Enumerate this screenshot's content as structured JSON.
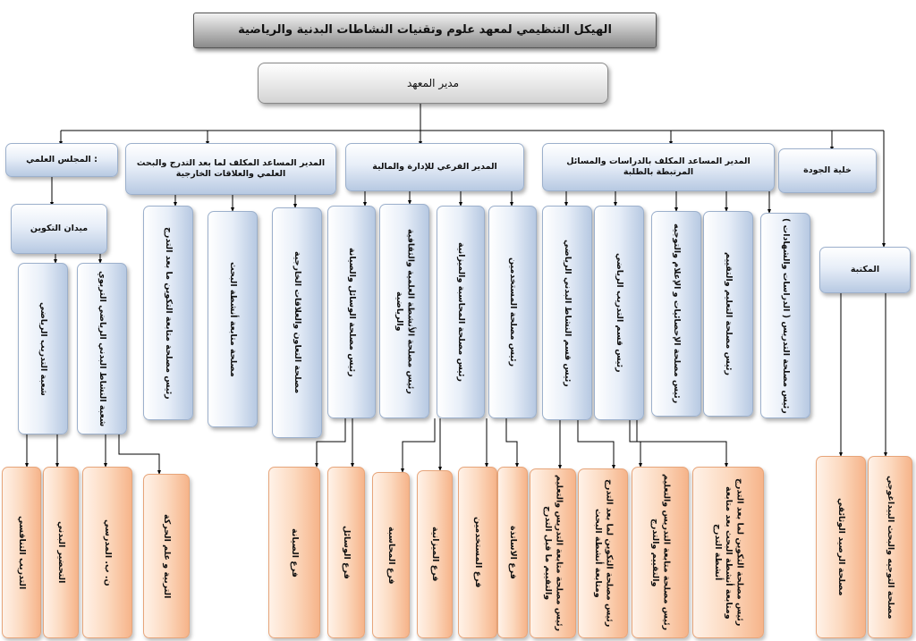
{
  "title": "الهيكل التنظيمي لمعهد علوم وتقنيات النشاطات البدنية والرياضية",
  "director": "مدير المعهد",
  "level2": {
    "council": "المجلس العلمي :",
    "training_field": "ميدان التكوين",
    "deputy_postgrad": "المدير المساعد المكلف لما بعد التدرج والبحث العلمي والعلاقات الخارجية",
    "sub_admin": "المدير الفرعي للإدارة والمالية",
    "deputy_studies": "المدير المساعد المكلف بالدراسات والمسائل المرتبطة بالطلبة",
    "quality": "خلية الجودة",
    "library": "المكتبة"
  },
  "columns": {
    "branch_training": "شعبة التدريب الرياضي",
    "branch_edu": "شعبة النشاط البدني الرياضي التربوي",
    "pg_followup": "رئيس مصلحة متابعة التكوين ما بعد التدرج",
    "pg_research": "مصلحة متابعة أنشطة البحث",
    "pg_coop": "مصلحة التعاون والعلاقات الخارجية",
    "adm_means": "رئيس مصلحة الوسائل والصيانة",
    "adm_activities": "رئيس مصلحة الأنشطة العلمية والثقافية والرياضية",
    "adm_accounting": "رئيس مصلحة المحاسبة والميزانية",
    "adm_staff": "رئيس مصلحة المستخدمين",
    "st_dept_activity": "رئيس قسم النشاط البدني الرياضي",
    "st_dept_training": "رئيس قسم التدريب الرياضي",
    "st_statistics": "رئيس مصلحة الإحصائيات و الإعلام والتوجيه",
    "st_teaching": "رئيس مصلحة التعليم والتقييم",
    "st_education": "رئيس مصلحة التدريس ( الدراسات والشهادات )"
  },
  "leaves": {
    "competitive": "التدريب التنافسي",
    "physical_prep": "التحضير البدني",
    "apa": "ن. ب. المدرسي",
    "motor_edu": "التربية و علم الحركة",
    "maintenance": "فرع الصيانة",
    "means": "فرع الوسائل",
    "accounting": "فرع المحاسبة",
    "budget": "فرع الميزانية",
    "staff": "فرع المستخدمين",
    "professors": "فرع الاساتذة",
    "follow_teach_1": "رئيس مصلحة متابعة التدريس والتعليم والتقييم ما قبل التدرج",
    "follow_pg_1": "رئيس مصلحة التكوين لما بعد التدرج ومتابعة أنشطة البحث",
    "follow_teach_2": "رئيس مصلحة متابعة التدريس والتعليم والتقييم والتدرج",
    "follow_pg_2": "رئيس مصلحة التكوين لما بعد التدرج ومتابعة أنشطة البحث بعد متابعة أنشطة التدرج",
    "archive": "مصلحة الرصيد الوثائقي",
    "guidance": "مصلحة التوجيه والبحث البيداغوجي"
  },
  "colors": {
    "blue_box": "#b7c9e2",
    "orange_box": "#f6b48a",
    "line": "#000000"
  }
}
